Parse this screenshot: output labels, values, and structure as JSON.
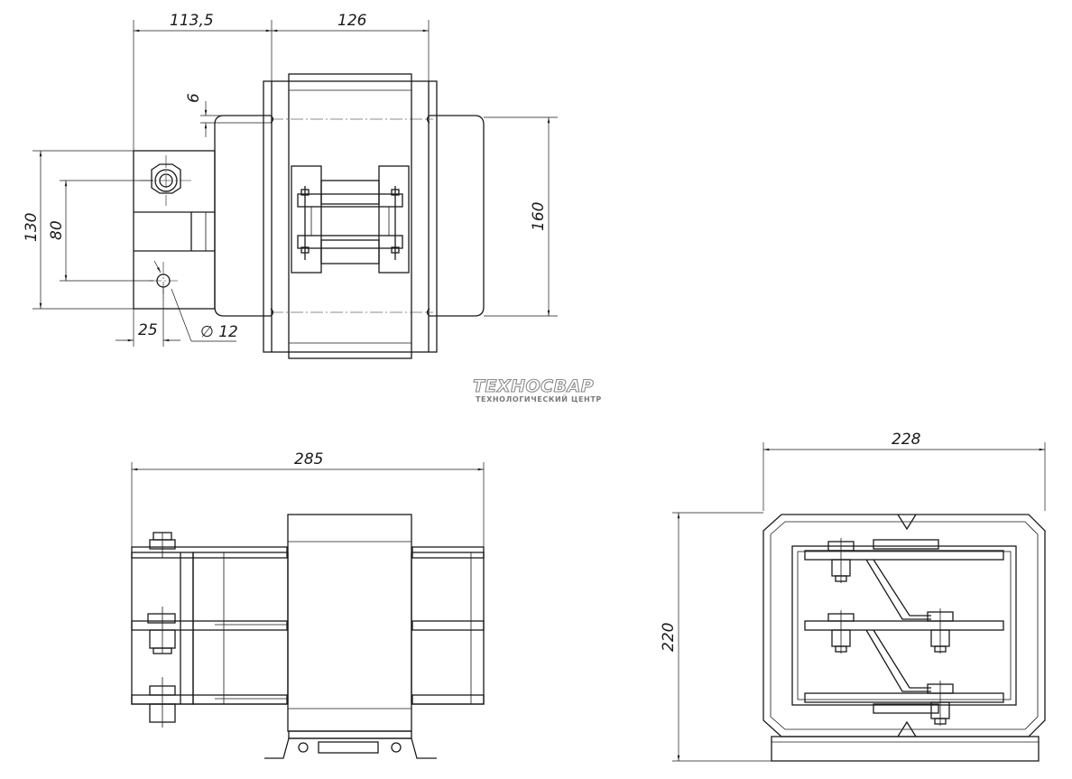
{
  "dimensions": {
    "top_width_left": "113,5",
    "top_width_right": "126",
    "gap": "6",
    "height_outer": "130",
    "height_inner": "80",
    "height_window": "160",
    "offset": "25",
    "hole_diameter": "∅ 12",
    "front_width": "285",
    "side_width": "228",
    "side_height": "220"
  },
  "logo": {
    "name": "ТЕХНОСВАР",
    "tagline": "ТЕХНОЛОГИЧЕСКИЙ ЦЕНТР"
  }
}
